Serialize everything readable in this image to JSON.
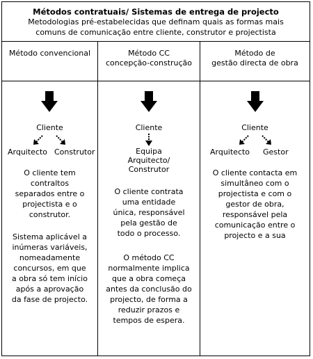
{
  "header": {
    "title": "Métodos contratuais/ Sistemas de entrega de projecto",
    "subtitle_line1": "Metodologias pré-estabelecidas que definam quais as formas mais",
    "subtitle_line2": "comuns de comunicação entre cliente, construtor e projectista"
  },
  "columns": [
    {
      "heading": [
        "Método convencional"
      ],
      "top": "Cliente",
      "left": "Arquitecto",
      "right": "Construtor",
      "paragraphs": [
        [
          "O cliente tem",
          "contraltos",
          "separados entre o",
          "projectista e o",
          "construtor."
        ],
        [
          "Sistema aplicável a",
          "inúmeras variáveis,",
          "nomeadamente",
          "concursos, em que",
          "a obra só tem início",
          "após a aprovação",
          "da fase de projecto."
        ]
      ]
    },
    {
      "heading": [
        "Método CC",
        "concepção-construção"
      ],
      "top": "Cliente",
      "bottom": [
        "Equipa",
        "Arquitecto/",
        "Construtor"
      ],
      "paragraphs": [
        [
          "O cliente contrata",
          "uma entidade",
          "única, responsável",
          "pela gestão de",
          "todo o processo."
        ],
        [
          "O método CC",
          "normalmente implica",
          "que a obra começa",
          "antes da conclusão do",
          "projecto, de forma a",
          "reduzir prazos e",
          "tempos de espera."
        ]
      ]
    },
    {
      "heading": [
        "Método de",
        "gestão directa de obra"
      ],
      "top": "Cliente",
      "left": "Arquitecto",
      "right": "Gestor",
      "paragraphs": [
        [
          "O cliente contacta em",
          "simultâneo com o",
          "projectista e com o",
          "gestor de obra,",
          "responsável pela",
          "comunicação entre o",
          "projecto e a sua"
        ]
      ]
    }
  ],
  "icons": [
    "arrow-down-icon",
    "arrow-down-left-icon",
    "arrow-down-right-icon"
  ]
}
